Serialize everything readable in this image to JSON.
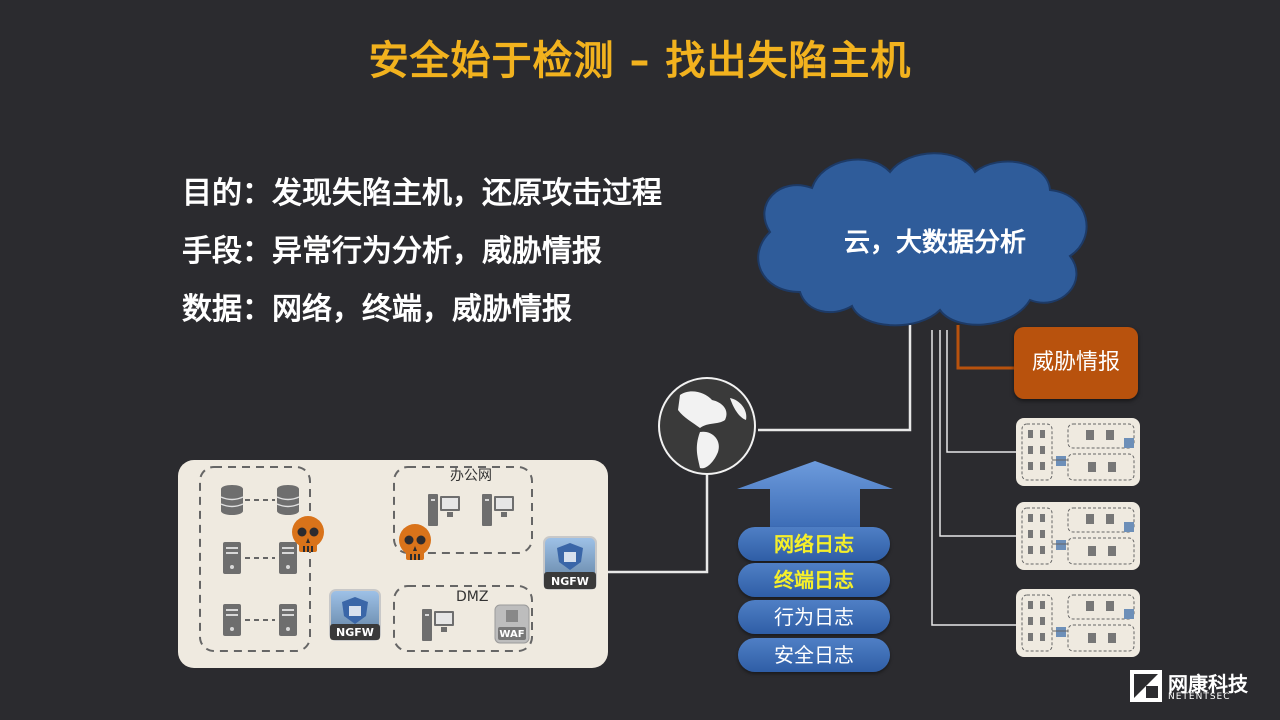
{
  "title": "安全始于检测 – 找出失陷主机",
  "bullets": [
    "目的：发现失陷主机，还原攻击过程",
    "手段：异常行为分析，威胁情报",
    "数据：网络，终端，威胁情报"
  ],
  "cloud": {
    "label": "云，大数据分析",
    "color": "#2f5c9a"
  },
  "threat_intel": {
    "label": "威胁情报",
    "color": "#b8520d"
  },
  "logs": [
    {
      "label": "网络日志",
      "highlight": true
    },
    {
      "label": "终端日志",
      "highlight": true
    },
    {
      "label": "行为日志",
      "highlight": false
    },
    {
      "label": "安全日志",
      "highlight": false
    }
  ],
  "network": {
    "office_label": "办公网",
    "dmz_label": "DMZ",
    "ngfw_label": "NGFW",
    "waf_label": "WAF"
  },
  "brand": {
    "name": "网康科技",
    "sub": "NETENTSEC"
  },
  "colors": {
    "title": "#f2b21e",
    "background": "#2b2b2f",
    "skull": "#d9731a"
  }
}
